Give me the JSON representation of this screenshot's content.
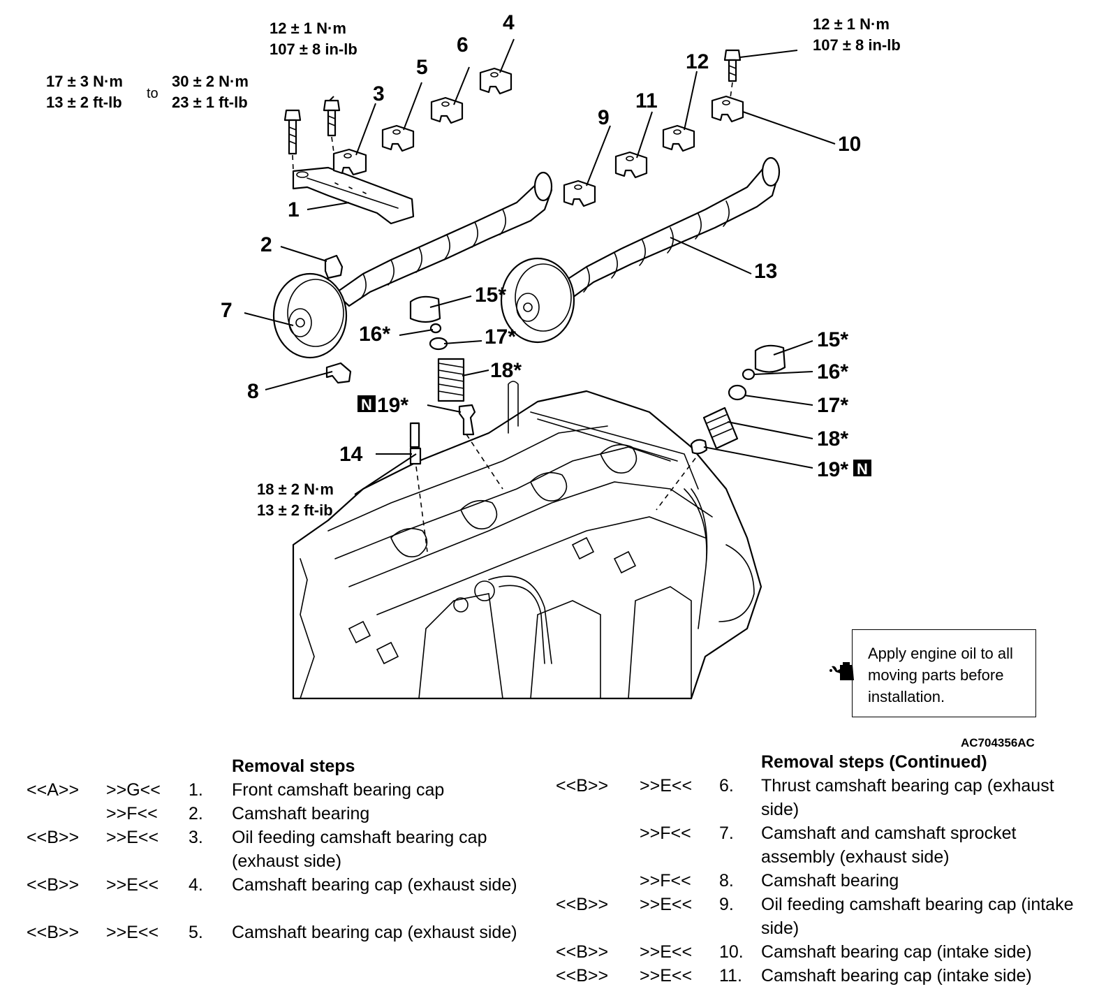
{
  "callouts": {
    "n1": "1",
    "n2": "2",
    "n3": "3",
    "n4": "4",
    "n5": "5",
    "n6": "6",
    "n7": "7",
    "n8": "8",
    "n9": "9",
    "n10": "10",
    "n11": "11",
    "n12": "12",
    "n13": "13",
    "n14": "14",
    "n15a": "15*",
    "n16a": "16*",
    "n17a": "17*",
    "n18a": "18*",
    "n19a": "19*",
    "n15b": "15*",
    "n16b": "16*",
    "n17b": "17*",
    "n18b": "18*",
    "n19b": "19*",
    "n_mark": "N"
  },
  "torques": {
    "front_cap_line1": "17 ± 3 N·m",
    "front_cap_line2": "13 ± 2 ft-lb",
    "to_word": "to",
    "front_cap_final_line1": "30 ± 2 N·m",
    "front_cap_final_line2": "23 ± 1 ft-lb",
    "exhaust_cap_line1": "12 ± 1 N·m",
    "exhaust_cap_line2": "107 ± 8 in-lb",
    "intake_cap_line1": "12 ± 1 N·m",
    "intake_cap_line2": "107 ± 8 in-lb",
    "spark_plug_line1": "18 ± 2 N·m",
    "spark_plug_line2": "13 ± 2 ft-ib"
  },
  "note": {
    "icon": "oil-can-icon",
    "text": "Apply engine oil to all moving parts before installation."
  },
  "reference_code": "AC704356AC",
  "removal_steps": {
    "title": "Removal steps",
    "items": [
      {
        "a": "<<A>>",
        "b": ">>G<<",
        "num": "1.",
        "text": "Front camshaft bearing cap"
      },
      {
        "a": "",
        "b": ">>F<<",
        "num": "2.",
        "text": "Camshaft bearing"
      },
      {
        "a": "<<B>>",
        "b": ">>E<<",
        "num": "3.",
        "text": "Oil feeding camshaft bearing cap (exhaust side)"
      },
      {
        "a": "<<B>>",
        "b": ">>E<<",
        "num": "4.",
        "text": "Camshaft bearing cap (exhaust side)"
      },
      {
        "a": "<<B>>",
        "b": ">>E<<",
        "num": "5.",
        "text": "Camshaft bearing cap (exhaust side)"
      }
    ]
  },
  "removal_steps_continued": {
    "title": "Removal steps (Continued)",
    "items": [
      {
        "a": "<<B>>",
        "b": ">>E<<",
        "num": "6.",
        "text": "Thrust camshaft bearing cap (exhaust side)"
      },
      {
        "a": "",
        "b": ">>F<<",
        "num": "7.",
        "text": "Camshaft and camshaft sprocket assembly (exhaust side)"
      },
      {
        "a": "",
        "b": ">>F<<",
        "num": "8.",
        "text": "Camshaft bearing"
      },
      {
        "a": "<<B>>",
        "b": ">>E<<",
        "num": "9.",
        "text": "Oil feeding camshaft bearing cap (intake side)"
      },
      {
        "a": "<<B>>",
        "b": ">>E<<",
        "num": "10.",
        "text": "Camshaft bearing cap (intake side)"
      },
      {
        "a": "<<B>>",
        "b": ">>E<<",
        "num": "11.",
        "text": "Camshaft bearing cap (intake side)"
      }
    ]
  }
}
